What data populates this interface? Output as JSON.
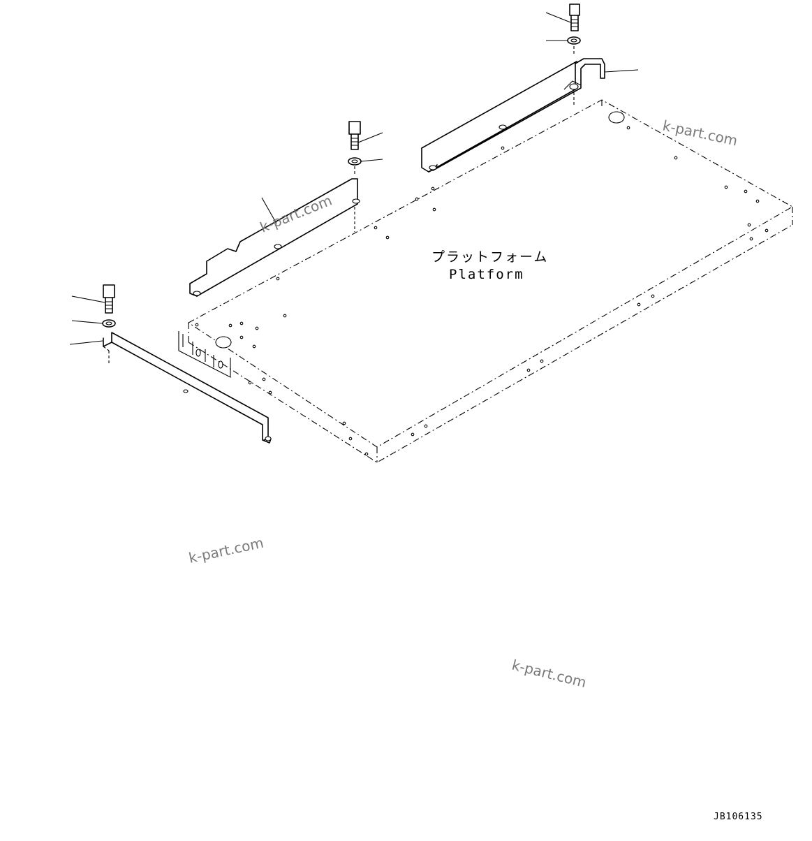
{
  "labels": {
    "platform_jp": "プラットフォーム",
    "platform_en": "Platform"
  },
  "watermark": "k-part.com",
  "drawing_code": "JB106135"
}
